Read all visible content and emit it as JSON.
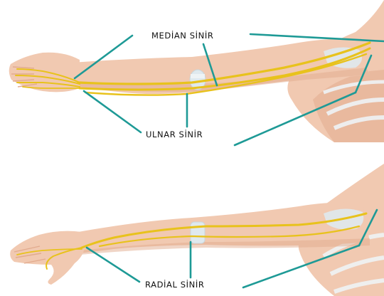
{
  "labels": {
    "median": "MEDİAN SİNİR",
    "ulnar": "ULNAR SİNİR",
    "radial": "RADİAL SİNİR"
  },
  "colors": {
    "skin": "#f1c9b1",
    "skin_shade": "#e2ab8e",
    "bone": "#dfe9ee",
    "nerve": "#e8c21c",
    "pointer": "#1e9a96"
  }
}
